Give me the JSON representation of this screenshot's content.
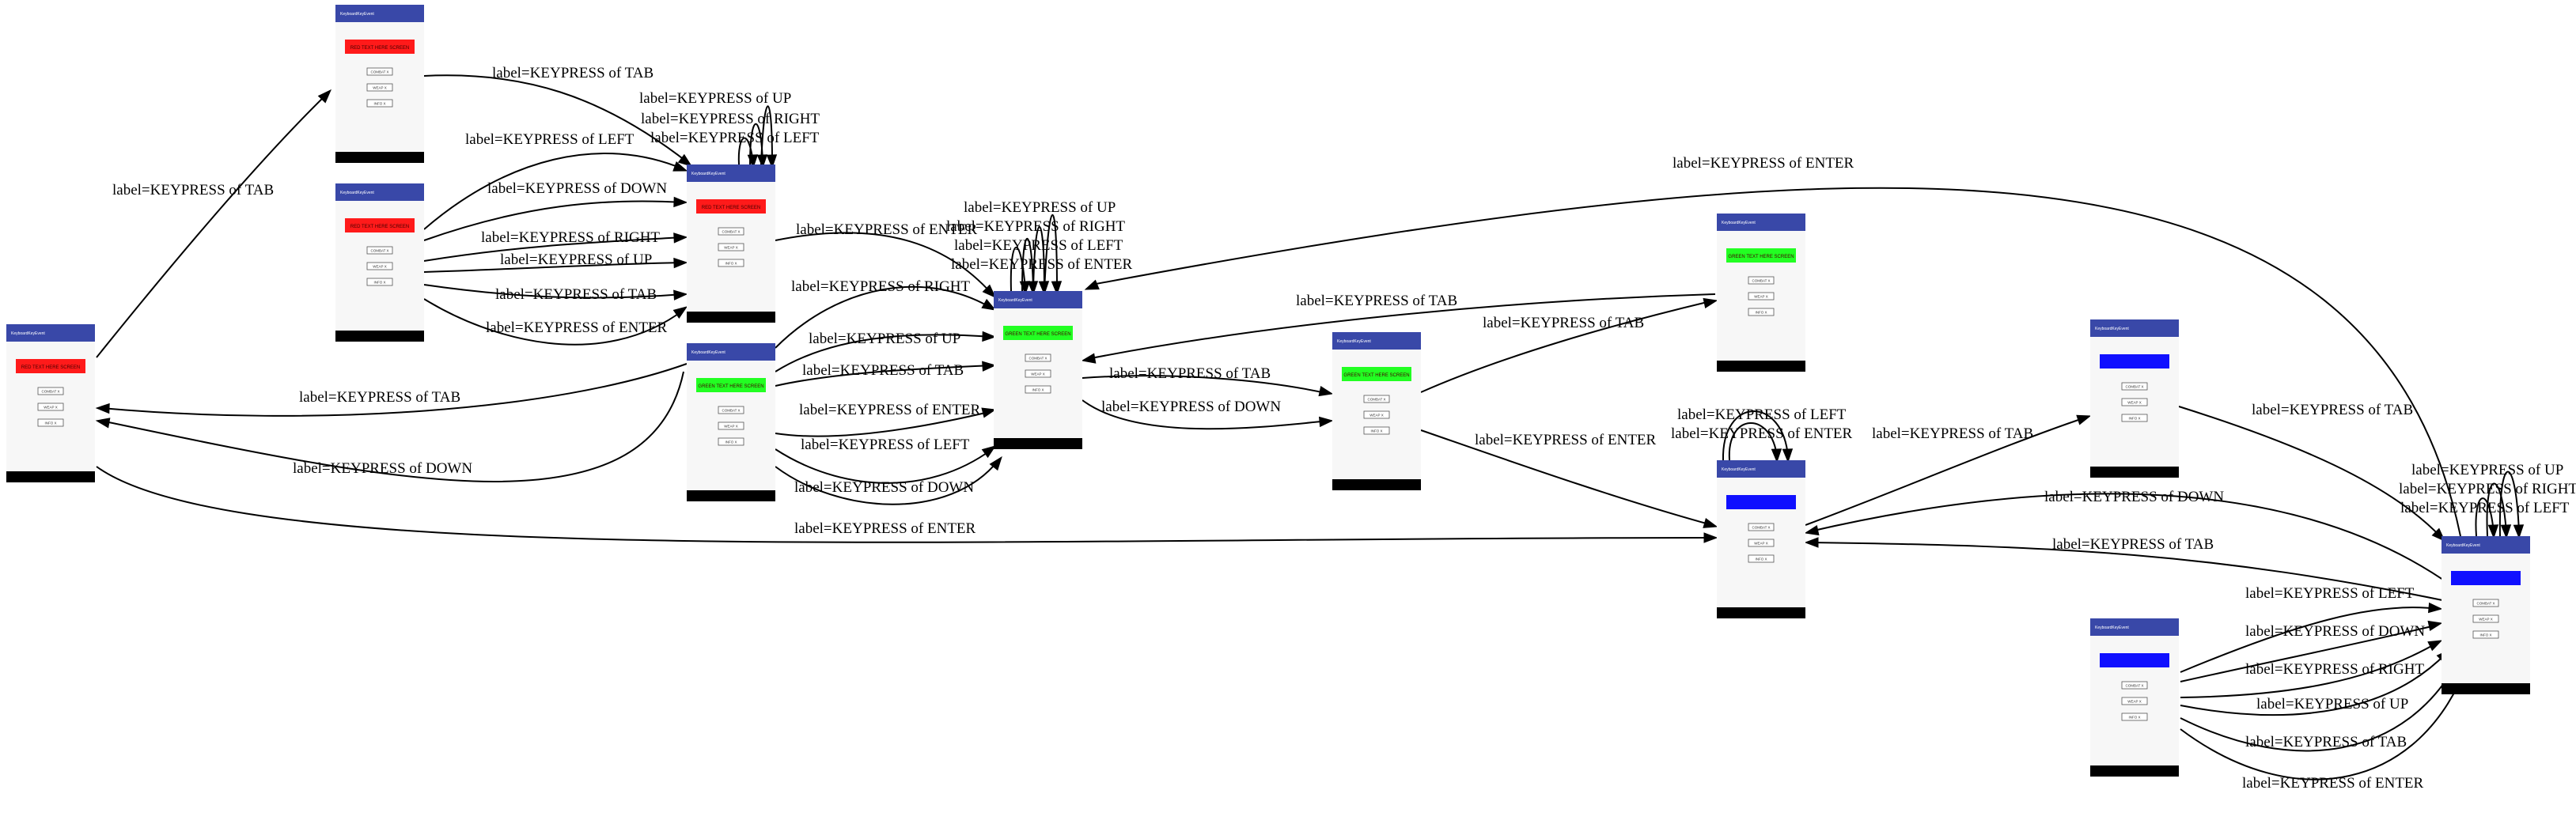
{
  "colors": {
    "app_bar": "#3948a8",
    "banner_red": "#ff1a1a",
    "banner_green": "#22ff22",
    "banner_blue": "#1010ff",
    "footer": "#000000",
    "edge": "#000000"
  },
  "screen": {
    "title": "KeyboardKeyEvent",
    "menu_items": [
      "COMBAT X",
      "WEAP X",
      "INFO X"
    ]
  },
  "nodes": [
    {
      "id": "s0",
      "banner": "red",
      "banner_text": "RED TEXT HERE SCREEN"
    },
    {
      "id": "s1",
      "banner": "red",
      "banner_text": "RED TEXT HERE SCREEN"
    },
    {
      "id": "s2",
      "banner": "red",
      "banner_text": "RED TEXT HERE SCREEN"
    },
    {
      "id": "s3",
      "banner": "red",
      "banner_text": "RED TEXT HERE SCREEN"
    },
    {
      "id": "s4",
      "banner": "green",
      "banner_text": "GREEN TEXT HERE SCREEN"
    },
    {
      "id": "s5",
      "banner": "green",
      "banner_text": "GREEN TEXT HERE SCREEN"
    },
    {
      "id": "s6",
      "banner": "green",
      "banner_text": "GREEN TEXT HERE SCREEN"
    },
    {
      "id": "s7",
      "banner": "green",
      "banner_text": "GREEN TEXT HERE SCREEN"
    },
    {
      "id": "s8",
      "banner": "blue",
      "banner_text": ""
    },
    {
      "id": "s9",
      "banner": "blue",
      "banner_text": ""
    },
    {
      "id": "s10",
      "banner": "blue",
      "banner_text": ""
    },
    {
      "id": "s11",
      "banner": "blue",
      "banner_text": ""
    }
  ],
  "edges": [
    {
      "from": "s0",
      "to": "s1",
      "label": "label=KEYPRESS of TAB"
    },
    {
      "from": "s1",
      "to": "s3",
      "label": "label=KEYPRESS of TAB"
    },
    {
      "from": "s3",
      "to": "s3",
      "label": "label=KEYPRESS of UP"
    },
    {
      "from": "s3",
      "to": "s3",
      "label": "label=KEYPRESS of RIGHT"
    },
    {
      "from": "s3",
      "to": "s3",
      "label": "label=KEYPRESS of LEFT"
    },
    {
      "from": "s2",
      "to": "s3",
      "label": "label=KEYPRESS of LEFT"
    },
    {
      "from": "s2",
      "to": "s3",
      "label": "label=KEYPRESS of DOWN"
    },
    {
      "from": "s2",
      "to": "s3",
      "label": "label=KEYPRESS of RIGHT"
    },
    {
      "from": "s2",
      "to": "s3",
      "label": "label=KEYPRESS of UP"
    },
    {
      "from": "s2",
      "to": "s3",
      "label": "label=KEYPRESS of TAB"
    },
    {
      "from": "s2",
      "to": "s3",
      "label": "label=KEYPRESS of ENTER"
    },
    {
      "from": "s3",
      "to": "s0",
      "label": "label=KEYPRESS of TAB"
    },
    {
      "from": "s3",
      "to": "s0",
      "label": "label=KEYPRESS of DOWN"
    },
    {
      "from": "s0",
      "to": "s9",
      "label": "label=KEYPRESS of ENTER"
    },
    {
      "from": "s3",
      "to": "s5",
      "label": "label=KEYPRESS of ENTER"
    },
    {
      "from": "s5",
      "to": "s5",
      "label": "label=KEYPRESS of UP"
    },
    {
      "from": "s5",
      "to": "s5",
      "label": "label=KEYPRESS of RIGHT"
    },
    {
      "from": "s5",
      "to": "s5",
      "label": "label=KEYPRESS of LEFT"
    },
    {
      "from": "s5",
      "to": "s5",
      "label": "label=KEYPRESS of ENTER"
    },
    {
      "from": "s4",
      "to": "s5",
      "label": "label=KEYPRESS of RIGHT"
    },
    {
      "from": "s4",
      "to": "s5",
      "label": "label=KEYPRESS of UP"
    },
    {
      "from": "s4",
      "to": "s5",
      "label": "label=KEYPRESS of TAB"
    },
    {
      "from": "s4",
      "to": "s5",
      "label": "label=KEYPRESS of ENTER"
    },
    {
      "from": "s4",
      "to": "s5",
      "label": "label=KEYPRESS of LEFT"
    },
    {
      "from": "s4",
      "to": "s5",
      "label": "label=KEYPRESS of DOWN"
    },
    {
      "from": "s5",
      "to": "s6",
      "label": "label=KEYPRESS of TAB"
    },
    {
      "from": "s5",
      "to": "s6",
      "label": "label=KEYPRESS of DOWN"
    },
    {
      "from": "s7",
      "to": "s5",
      "label": "label=KEYPRESS of TAB"
    },
    {
      "from": "s6",
      "to": "s7",
      "label": "label=KEYPRESS of TAB"
    },
    {
      "from": "s6",
      "to": "s9",
      "label": "label=KEYPRESS of ENTER"
    },
    {
      "from": "s9",
      "to": "s9",
      "label": "label=KEYPRESS of LEFT"
    },
    {
      "from": "s9",
      "to": "s9",
      "label": "label=KEYPRESS of ENTER"
    },
    {
      "from": "s9",
      "to": "s8",
      "label": "label=KEYPRESS of TAB"
    },
    {
      "from": "s8",
      "to": "s11",
      "label": "label=KEYPRESS of TAB"
    },
    {
      "from": "s11",
      "to": "s11",
      "label": "label=KEYPRESS of UP"
    },
    {
      "from": "s11",
      "to": "s11",
      "label": "label=KEYPRESS of RIGHT"
    },
    {
      "from": "s11",
      "to": "s11",
      "label": "label=KEYPRESS of LEFT"
    },
    {
      "from": "s11",
      "to": "s5",
      "label": "label=KEYPRESS of ENTER"
    },
    {
      "from": "s11",
      "to": "s9",
      "label": "label=KEYPRESS of DOWN"
    },
    {
      "from": "s11",
      "to": "s9",
      "label": "label=KEYPRESS of TAB"
    },
    {
      "from": "s10",
      "to": "s11",
      "label": "label=KEYPRESS of LEFT"
    },
    {
      "from": "s10",
      "to": "s11",
      "label": "label=KEYPRESS of DOWN"
    },
    {
      "from": "s10",
      "to": "s11",
      "label": "label=KEYPRESS of RIGHT"
    },
    {
      "from": "s10",
      "to": "s11",
      "label": "label=KEYPRESS of UP"
    },
    {
      "from": "s10",
      "to": "s11",
      "label": "label=KEYPRESS of TAB"
    },
    {
      "from": "s10",
      "to": "s11",
      "label": "label=KEYPRESS of ENTER"
    }
  ]
}
